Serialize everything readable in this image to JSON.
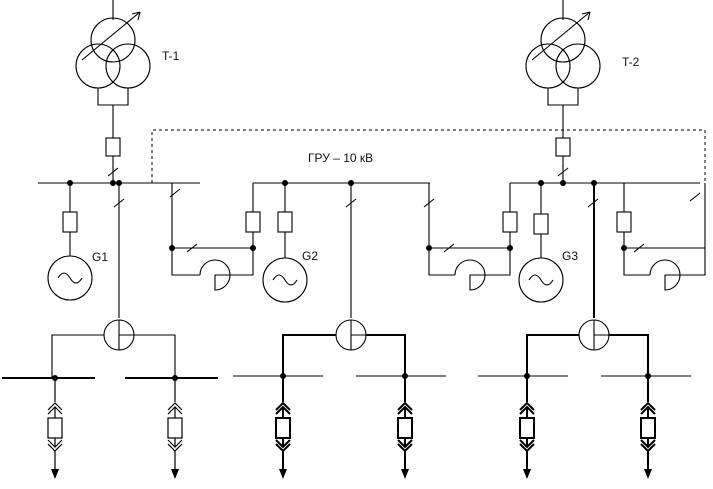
{
  "labels": {
    "t1": "T-1",
    "t2": "T-2",
    "bus": "ГРУ – 10 кВ",
    "g1": "G1",
    "g2": "G2",
    "g3": "G3"
  },
  "colors": {
    "line": "#000000",
    "background": "#ffffff"
  }
}
